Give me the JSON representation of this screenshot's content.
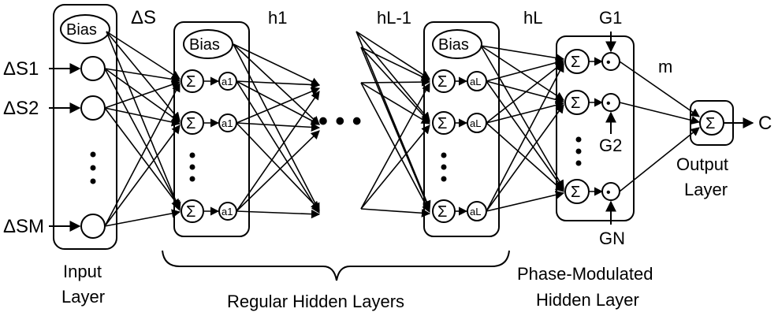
{
  "labels": {
    "delta_s": "ΔS",
    "delta_s1": "ΔS1",
    "delta_s2": "ΔS2",
    "delta_sm": "ΔSM",
    "h1": "h1",
    "hl_minus_1": "hL-1",
    "hl": "hL",
    "g1": "G1",
    "g2": "G2",
    "gn": "GN",
    "m": "m",
    "c": "C",
    "bias": "Bias",
    "sum_symbol": "Σ",
    "dot_symbol": "•",
    "a1": "a1",
    "al": "aL",
    "ellipsis_h": "• • •",
    "input_layer_line1": "Input",
    "input_layer_line2": "Layer",
    "regular_hidden_layers": "Regular Hidden Layers",
    "phase_modulated_line1": "Phase-Modulated",
    "phase_modulated_line2": "Hidden Layer",
    "output_layer_line1": "Output",
    "output_layer_line2": "Layer"
  }
}
